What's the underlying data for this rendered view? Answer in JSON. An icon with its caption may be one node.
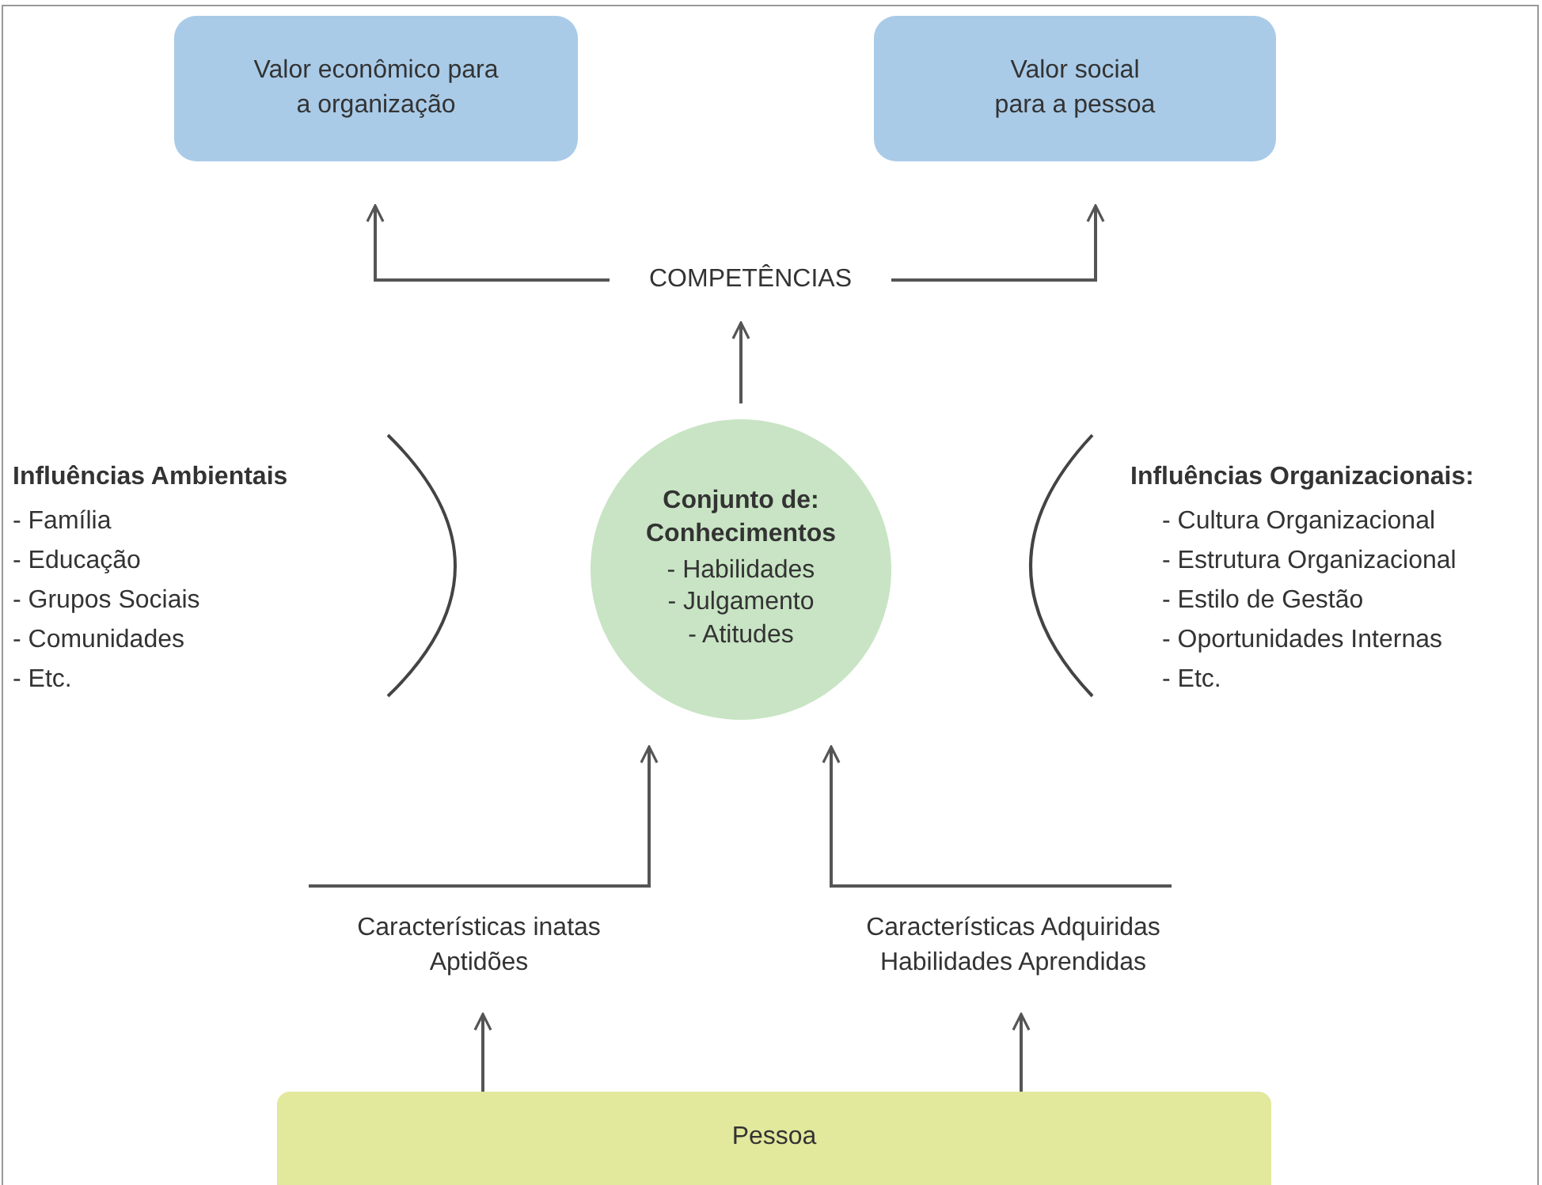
{
  "diagram": {
    "nodes": [
      {
        "text": [
          "Valor econômico para a organização"
        ]
      },
      {
        "text": [
          "Valor social para a pessoa"
        ]
      },
      {
        "text": [
          "COMPETÊNCIAS"
        ]
      },
      {
        "text": [
          "Conjunto de: Conhecimentos",
          "- Habilidades",
          "- Julgamento",
          "- Atitudes"
        ]
      },
      {
        "text": [
          "Características inatas Aptidões"
        ]
      },
      {
        "text": [
          "Características Adquiridas Habilidades Aprendidas"
        ]
      },
      {
        "text": [
          "Pessoa"
        ]
      }
    ],
    "edges": [
      {
        "from": 2,
        "to": 0,
        "arrow": "to"
      },
      {
        "from": 2,
        "to": 1,
        "arrow": "to"
      },
      {
        "from": 3,
        "to": 2,
        "arrow": "to"
      },
      {
        "from": 4,
        "to": 3,
        "arrow": "to"
      },
      {
        "from": 5,
        "to": 3,
        "arrow": "to"
      },
      {
        "from": 6,
        "to": 4,
        "arrow": "to"
      },
      {
        "from": 6,
        "to": 5,
        "arrow": "to"
      }
    ],
    "labels": [
      "Influências Ambientais",
      "- Família",
      "- Educação",
      "- Grupos Sociais",
      "- Comunidades",
      "- Etc.",
      "Influências Organizacionais:",
      "- Cultura Organizacional",
      "- Estrutura Organizacional",
      "- Estilo de Gestão",
      "- Oportunidades Internas",
      "- Etc."
    ]
  }
}
